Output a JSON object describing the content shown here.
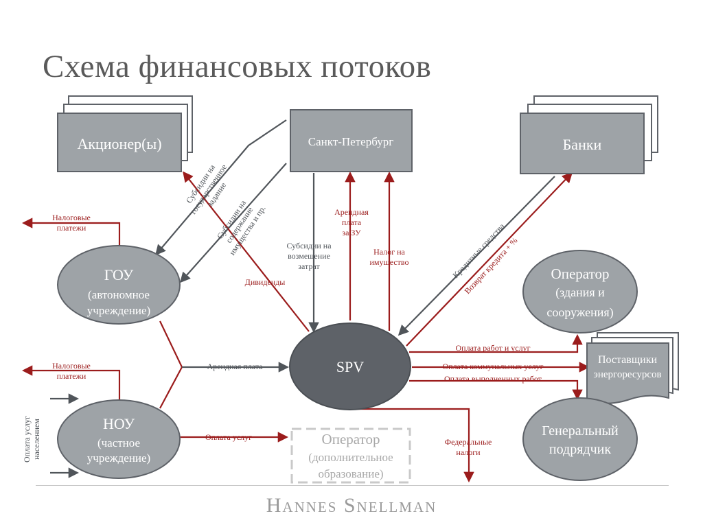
{
  "title": "Схема финансовых потоков",
  "footer_logo": "Hannes Snellman",
  "colors": {
    "box_fill": "#9ea3a7",
    "spv_fill": "#5e6268",
    "red": "#9b1c1c",
    "gray": "#50555a"
  },
  "nodes": {
    "shareholders": "Акционер(ы)",
    "spb": "Санкт-Петербург",
    "banks": "Банки",
    "gou": [
      "ГОУ",
      "(автономное",
      "учреждение)"
    ],
    "nou": [
      "НОУ",
      "(частное",
      "учреждение)"
    ],
    "spv": "SPV",
    "operator_building": [
      "Оператор",
      "(здания и",
      "сооружения)"
    ],
    "suppliers": [
      "Поставщики",
      "энергоресурсов"
    ],
    "general_contractor": [
      "Генеральный",
      "подрядчик"
    ],
    "operator_edu": [
      "Оператор",
      "(дополнительное",
      "образование)"
    ]
  },
  "labels": {
    "tax_payments_gou": [
      "Налоговые",
      "платежи"
    ],
    "tax_payments_nou": [
      "Налоговые",
      "платежи"
    ],
    "subsidy_state_task": [
      "Субсидии на",
      "государственное",
      "задание"
    ],
    "subsidy_maintenance": [
      "Субсидии на",
      "содержание",
      "имущества и пр."
    ],
    "dividends": "Дивиденды",
    "subsidy_costs": [
      "Субсидии на",
      "возмещение",
      "затрат"
    ],
    "land_rent": [
      "Арендная",
      "плата",
      "за ЗУ"
    ],
    "property_tax": [
      "Налог на",
      "имущество"
    ],
    "credit_funds": "Кредитные средства",
    "loan_return": "Возврат кредита + %",
    "rent": "Арендная плата",
    "pay_works_services": "Оплата работ и услуг",
    "pay_utilities": "Оплата коммунальных услуг",
    "pay_completed_works": "Оплата выполненных работ",
    "pay_services": "Оплата услуг",
    "federal_taxes": [
      "Федеральные",
      "налоги"
    ],
    "population_services": [
      "Оплата услуг",
      "населением"
    ]
  }
}
